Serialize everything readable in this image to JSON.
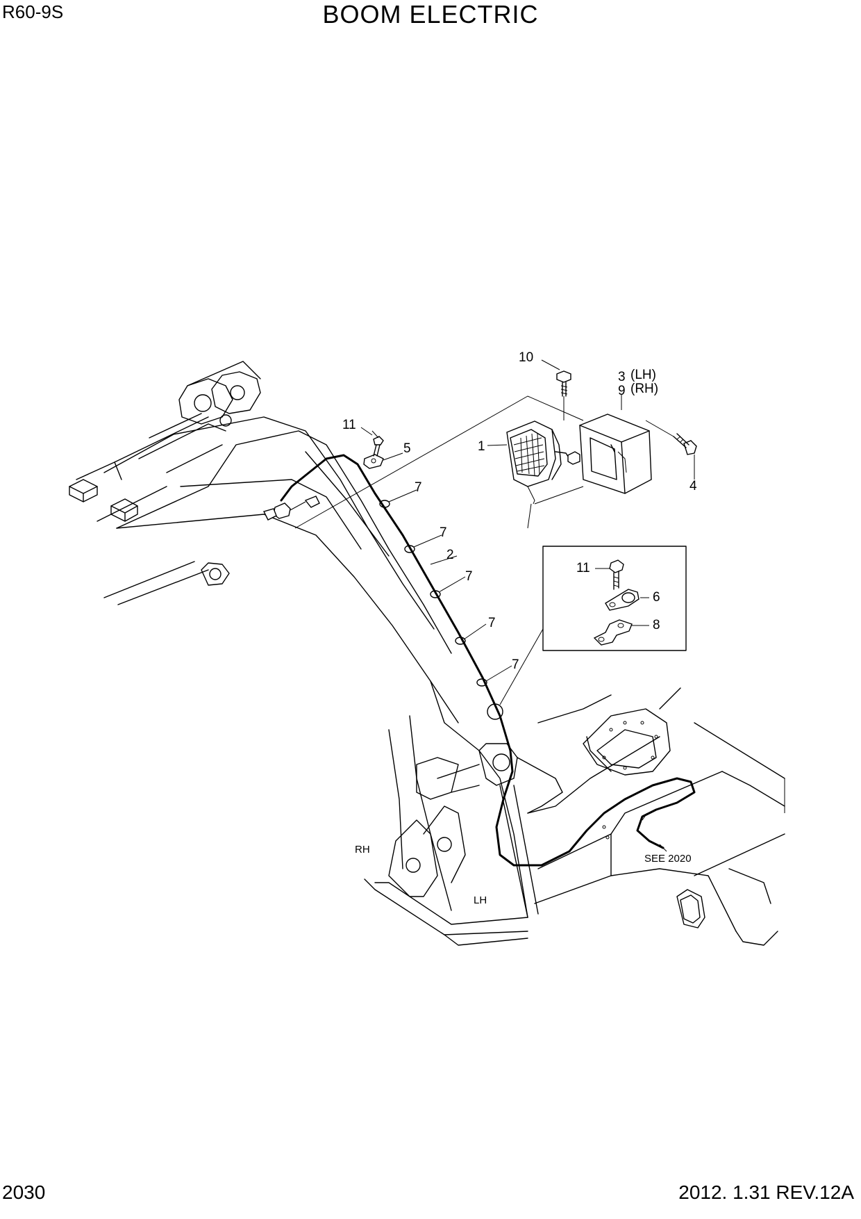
{
  "header": {
    "model": "R60-9S",
    "title": "BOOM ELECTRIC"
  },
  "footer": {
    "page": "2030",
    "revision": "2012. 1.31  REV.12A"
  },
  "callouts": {
    "c1": "1",
    "c2": "2",
    "c3": "3",
    "c3_side": "(LH)",
    "c4": "4",
    "c5": "5",
    "c6": "6",
    "c7": "7",
    "c8": "8",
    "c9": "9",
    "c9_side": "(RH)",
    "c10": "10",
    "c11": "11"
  },
  "annotations": {
    "rh": "RH",
    "lh": "LH",
    "see": "SEE 2020"
  }
}
